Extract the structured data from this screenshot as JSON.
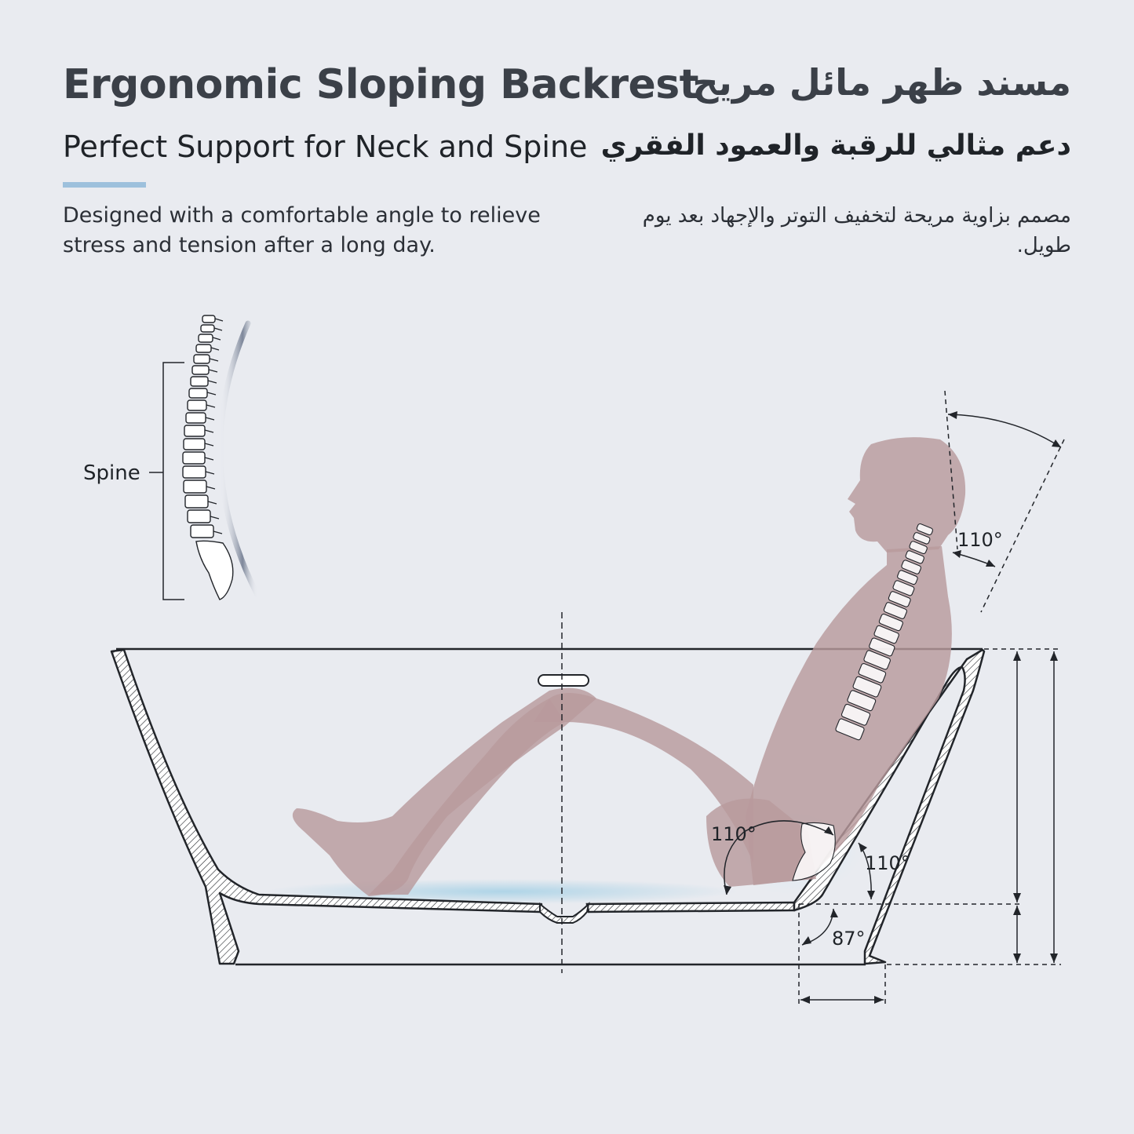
{
  "header": {
    "title_en": "Ergonomic Sloping Backrest",
    "title_ar": "مسند ظهر مائل مريح",
    "subtitle_en": "Perfect Support for Neck and Spine",
    "subtitle_ar": "دعم مثالي للرقبة والعمود الفقري",
    "description_en": "Designed with a comfortable angle to relieve stress and tension after a long day.",
    "description_ar": "مصمم بزاوية مريحة لتخفيف التوتر والإجهاد بعد يوم طويل."
  },
  "diagram": {
    "spine_label": "Spine",
    "angle_head": "110°",
    "angle_hip": "110°",
    "angle_back": "110°",
    "angle_base": "87°"
  },
  "colors": {
    "background": "#e9ebf0",
    "accent": "#9dc0dc",
    "figure": "#b89a9c",
    "water": "#a9d2e6",
    "outline": "#22252a"
  }
}
